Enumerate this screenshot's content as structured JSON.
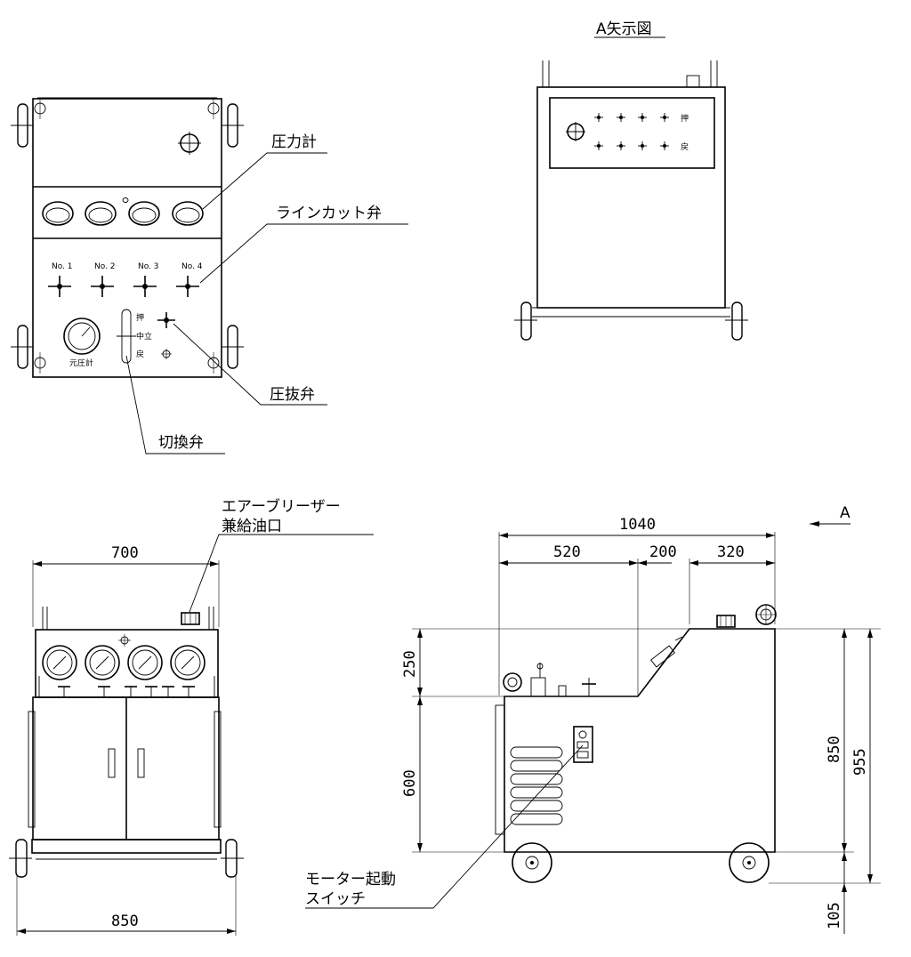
{
  "views": {
    "arrow_view_title": "A矢示図",
    "arrow_marker": "A"
  },
  "labels": {
    "pressure_gauge": "圧力計",
    "line_cut_valve": "ラインカット弁",
    "pressure_relief_valve": "圧抜弁",
    "switching_valve": "切換弁",
    "air_breather_line1": "エアーブリーザー",
    "air_breather_line2": "兼給油口",
    "motor_switch_line1": "モーター起動",
    "motor_switch_line2": "スイッチ"
  },
  "panel": {
    "valve_numbers": [
      "No. 1",
      "No. 2",
      "No. 3",
      "No. 4"
    ],
    "source_gauge": "元圧計",
    "switch_push": "押",
    "switch_neutral": "中立",
    "switch_return": "戻"
  },
  "dimensions": {
    "front_width": "700",
    "front_wheel_span": "850",
    "side_length": "1040",
    "side_seg1": "520",
    "side_seg2": "200",
    "side_seg3": "320",
    "side_upper_height": "250",
    "side_lower_height": "600",
    "side_body_height": "850",
    "side_total_height": "955",
    "side_wheel_height": "105"
  }
}
